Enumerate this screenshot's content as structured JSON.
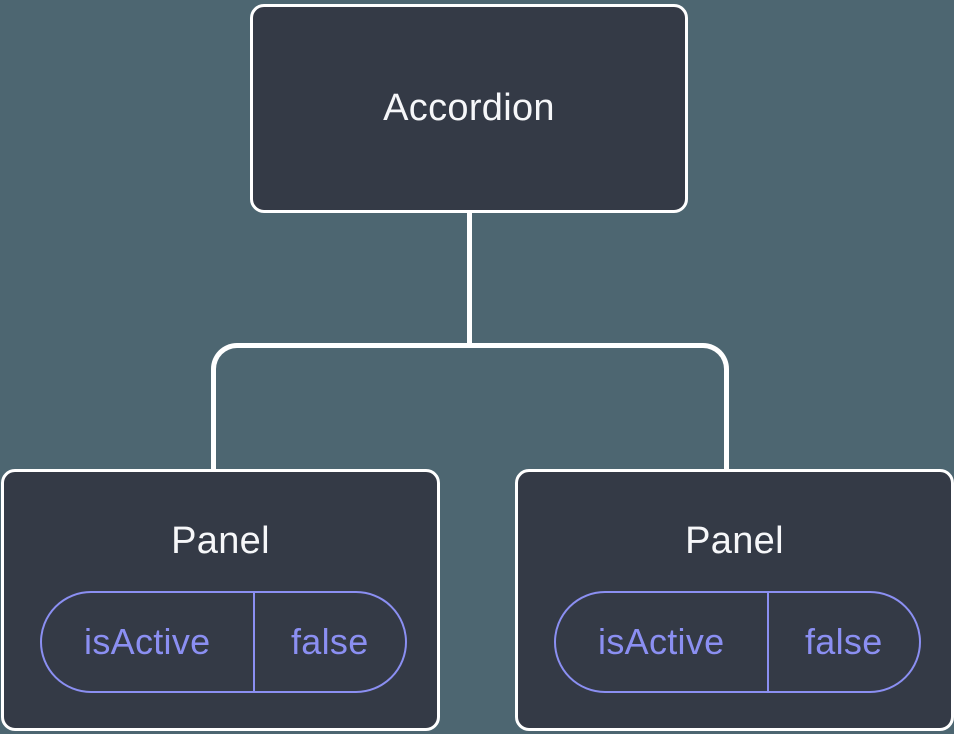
{
  "colors": {
    "background": "#4D6671",
    "node_fill": "#343A46",
    "node_border": "#FFFFFF",
    "connector": "#FFFFFF",
    "prop_accent": "#8B8FF2",
    "label_text": "#F6F7F9"
  },
  "tree": {
    "root": {
      "label": "Accordion"
    },
    "children": [
      {
        "label": "Panel",
        "props": [
          {
            "key": "isActive",
            "value": "false"
          }
        ]
      },
      {
        "label": "Panel",
        "props": [
          {
            "key": "isActive",
            "value": "false"
          }
        ]
      }
    ]
  }
}
